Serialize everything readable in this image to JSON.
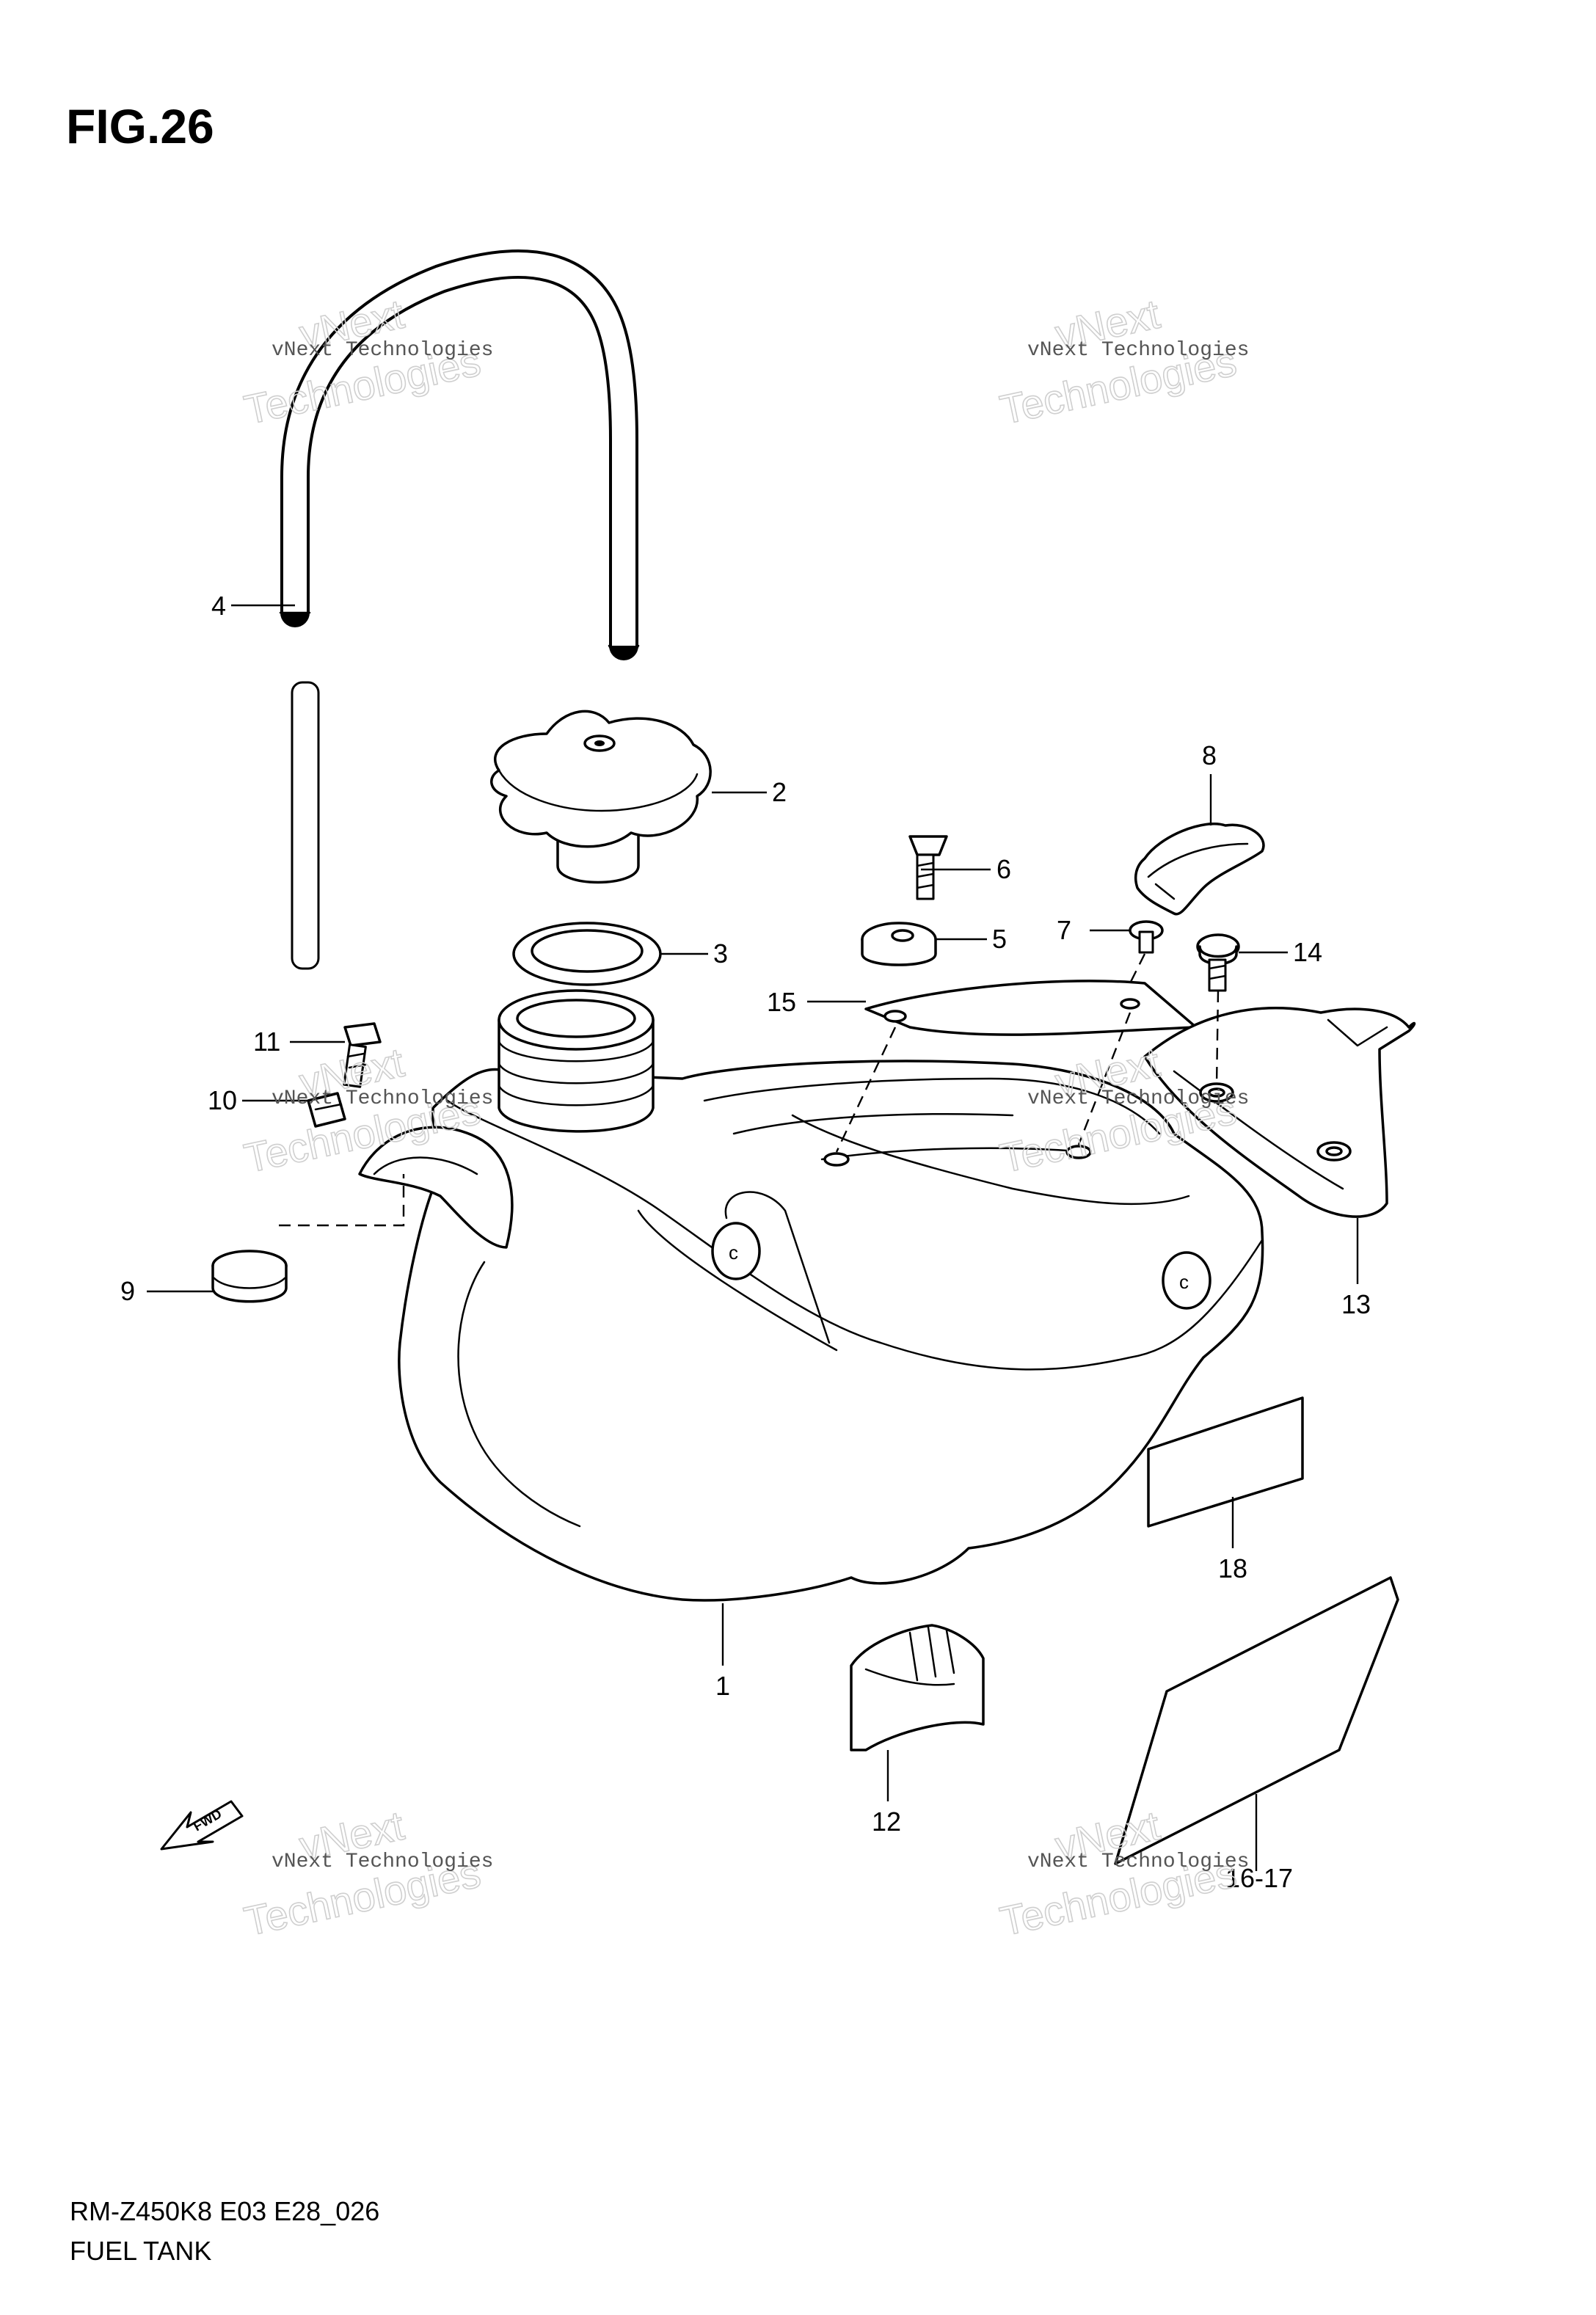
{
  "figure": {
    "title": "FIG.26",
    "model_code": "RM-Z450K8 E03 E28_026",
    "section_name": "FUEL TANK"
  },
  "callouts": {
    "c1": "1",
    "c2": "2",
    "c3": "3",
    "c4": "4",
    "c5": "5",
    "c6": "6",
    "c7": "7",
    "c8": "8",
    "c9": "9",
    "c10": "10",
    "c11": "11",
    "c12": "12",
    "c13": "13",
    "c14": "14",
    "c15": "15",
    "c16_17": "16-17",
    "c18": "18"
  },
  "direction_badge": "FWD",
  "watermark": {
    "line_small": "vNext Technologies",
    "line_big_top": "vNext",
    "line_big_bottom": "Technologies"
  }
}
